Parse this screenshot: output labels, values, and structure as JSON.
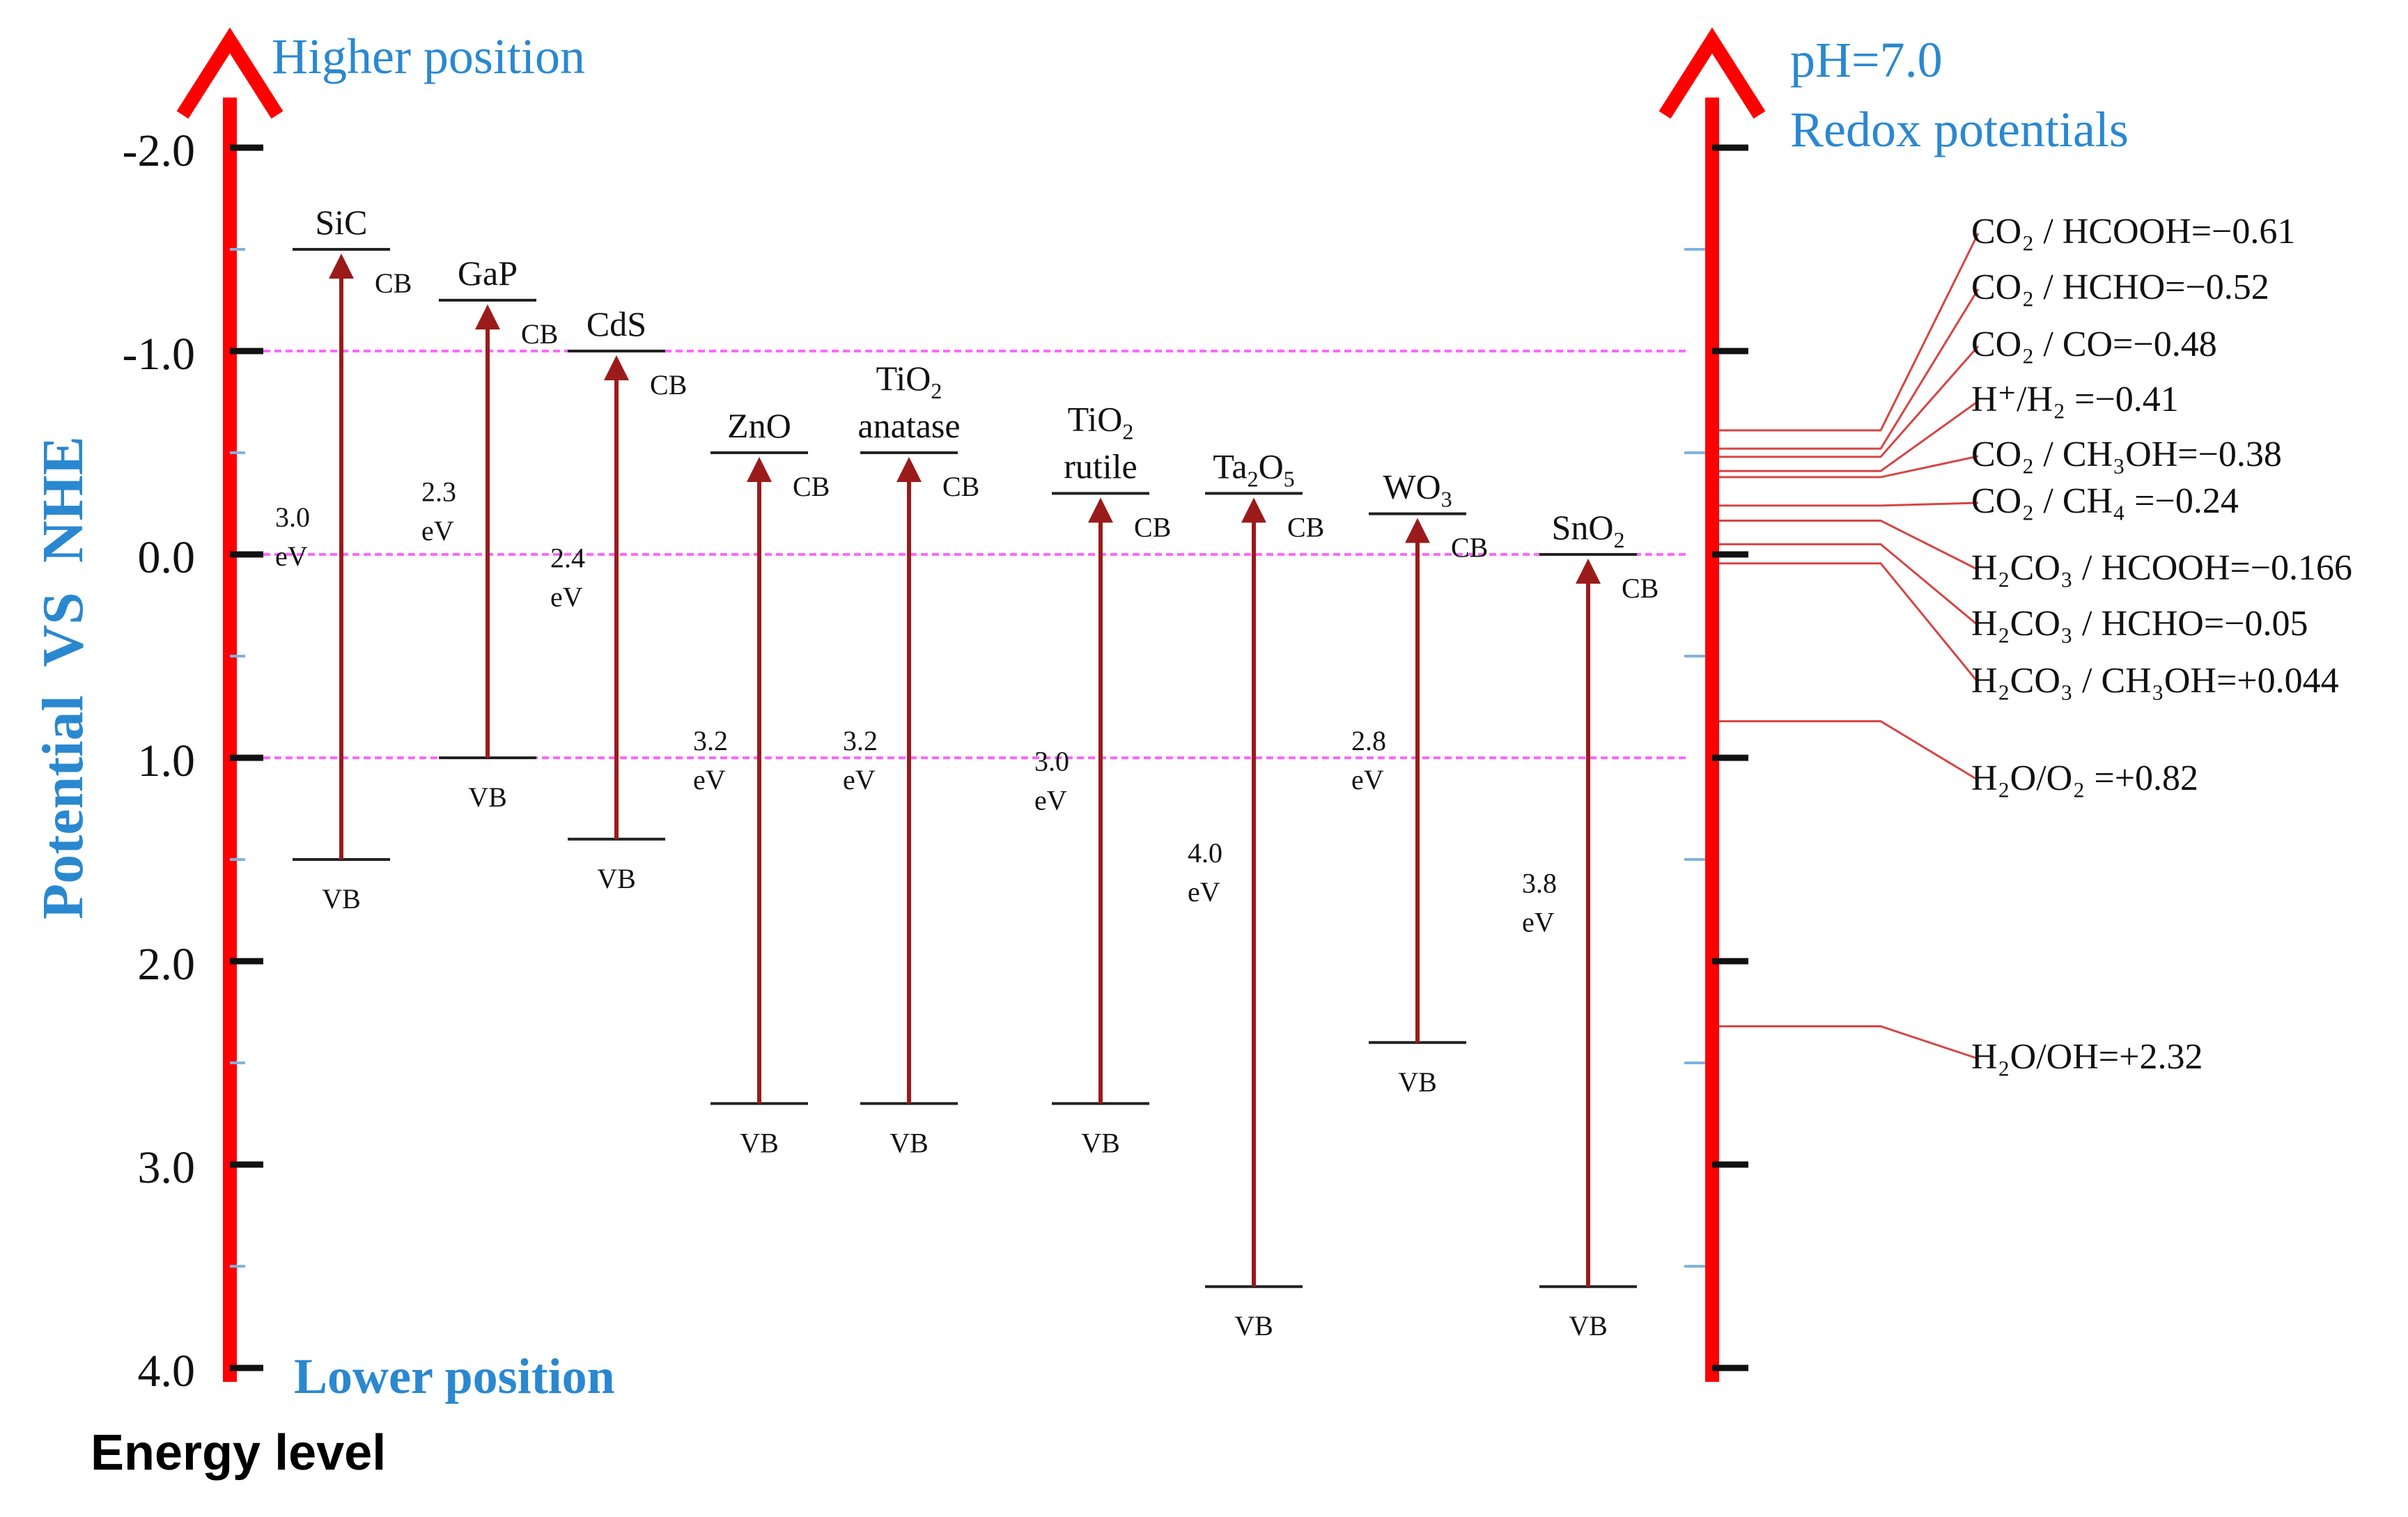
{
  "chart_data": {
    "type": "band-diagram",
    "title_left": "Higher position",
    "bottom_left": "Lower position",
    "ylabel": "Potential  VS  NHE",
    "xlabel": "Energy level",
    "title_right_1": "pH=7.0",
    "title_right_2": "Redox potentials",
    "ylim": [
      -2.0,
      4.0
    ],
    "y_ticks": [
      "-2.0",
      "-1.0",
      "0.0",
      "1.0",
      "2.0",
      "3.0",
      "4.0"
    ],
    "y_tick_values": [
      -2.0,
      -1.0,
      0.0,
      1.0,
      2.0,
      3.0,
      4.0
    ],
    "reference_lines": [
      -1.0,
      0.0,
      1.0
    ],
    "cb_label": "CB",
    "vb_label": "VB",
    "ev_label": "eV",
    "semiconductors": [
      {
        "name": "SiC",
        "sub": "",
        "name2": "",
        "gap": "3.0",
        "cb": -1.5,
        "vb": 1.5
      },
      {
        "name": "GaP",
        "sub": "",
        "name2": "",
        "gap": "2.3",
        "cb": -1.25,
        "vb": 1.0
      },
      {
        "name": "CdS",
        "sub": "",
        "name2": "",
        "gap": "2.4",
        "cb": -1.0,
        "vb": 1.4
      },
      {
        "name": "ZnO",
        "sub": "",
        "name2": "",
        "gap": "3.2",
        "cb": -0.5,
        "vb": 2.7
      },
      {
        "name": "TiO",
        "sub": "2",
        "name2": "anatase",
        "gap": "3.2",
        "cb": -0.5,
        "vb": 2.7
      },
      {
        "name": "TiO",
        "sub": "2",
        "name2": "rutile",
        "gap": "3.0",
        "cb": -0.3,
        "vb": 2.7
      },
      {
        "name": "Ta",
        "sub": "2",
        "name3": "O",
        "sub3": "5",
        "name2": "",
        "gap": "4.0",
        "cb": -0.3,
        "vb": 3.6
      },
      {
        "name": "WO",
        "sub": "3",
        "name2": "",
        "gap": "2.8",
        "cb": -0.2,
        "vb": 2.4
      },
      {
        "name": "SnO",
        "sub": "2",
        "name2": "",
        "gap": "3.8",
        "cb": 0.0,
        "vb": 3.6
      }
    ],
    "redox_potentials": [
      {
        "label": "CO₂ / HCOOH=−0.61",
        "value": -0.61
      },
      {
        "label": "CO₂ / HCHO=−0.52",
        "value": -0.52
      },
      {
        "label": "CO₂ / CO=−0.48",
        "value": -0.48
      },
      {
        "label": "H⁺/H₂ =−0.41",
        "value": -0.41
      },
      {
        "label": "CO₂ / CH₃OH=−0.38",
        "value": -0.38
      },
      {
        "label": "CO₂ / CH₄ =−0.24",
        "value": -0.24
      },
      {
        "label": "H₂CO₃ / HCOOH=−0.166",
        "value": -0.166
      },
      {
        "label": "H₂CO₃ / HCHO=−0.05",
        "value": -0.05
      },
      {
        "label": "H₂CO₃ / CH₃OH=+0.044",
        "value": 0.044
      },
      {
        "label": "H₂O/O₂ =+0.82",
        "value": 0.82
      },
      {
        "label": "H₂O/OH=+2.32",
        "value": 2.32
      }
    ]
  },
  "colors": {
    "axis": "#ff0000",
    "arrow": "#9b1b1b",
    "blue": "#2a88d0",
    "ref": "#ff66ff",
    "line": "#222222",
    "redox": "#d64545"
  }
}
